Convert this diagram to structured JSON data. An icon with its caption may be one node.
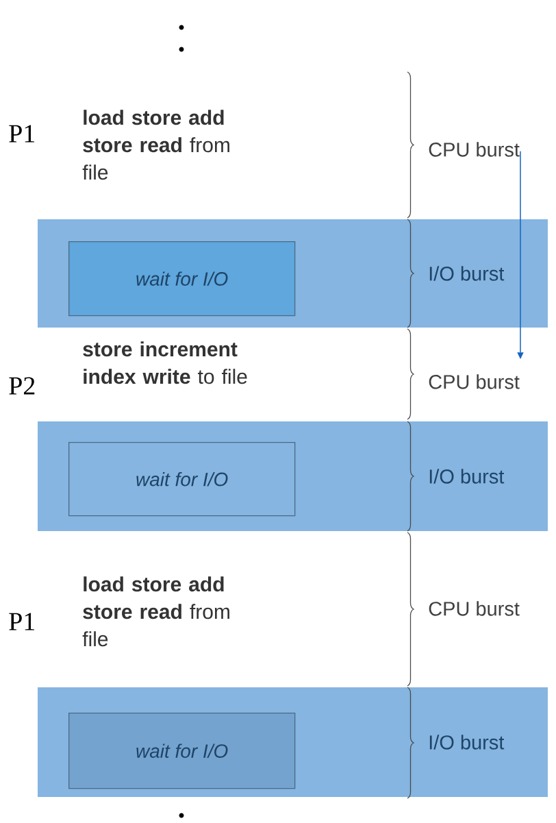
{
  "diagram": {
    "nodes": [
      {
        "text": [
          "CPU burst"
        ]
      },
      {
        "text": [
          "I/O burst"
        ]
      },
      {
        "text": [
          "wait for I/O"
        ],
        "in": 1
      },
      {
        "text": [
          "CPU burst"
        ]
      },
      {
        "text": [
          "I/O burst"
        ]
      },
      {
        "text": [
          "wait for I/O"
        ],
        "in": 4
      },
      {
        "text": [
          "I/O burst"
        ]
      },
      {
        "text": [
          "wait for I/O"
        ],
        "in": 6
      }
    ],
    "edges": [
      {
        "from": 0,
        "to": 3,
        "arrow": "to",
        "color": "#1565c0"
      }
    ],
    "labels": [
      "P1",
      "**load store add store read** from file",
      "P2",
      "**store increment index write** to file",
      "P1",
      "**load store add store read** from file",
      "CPU burst"
    ]
  }
}
